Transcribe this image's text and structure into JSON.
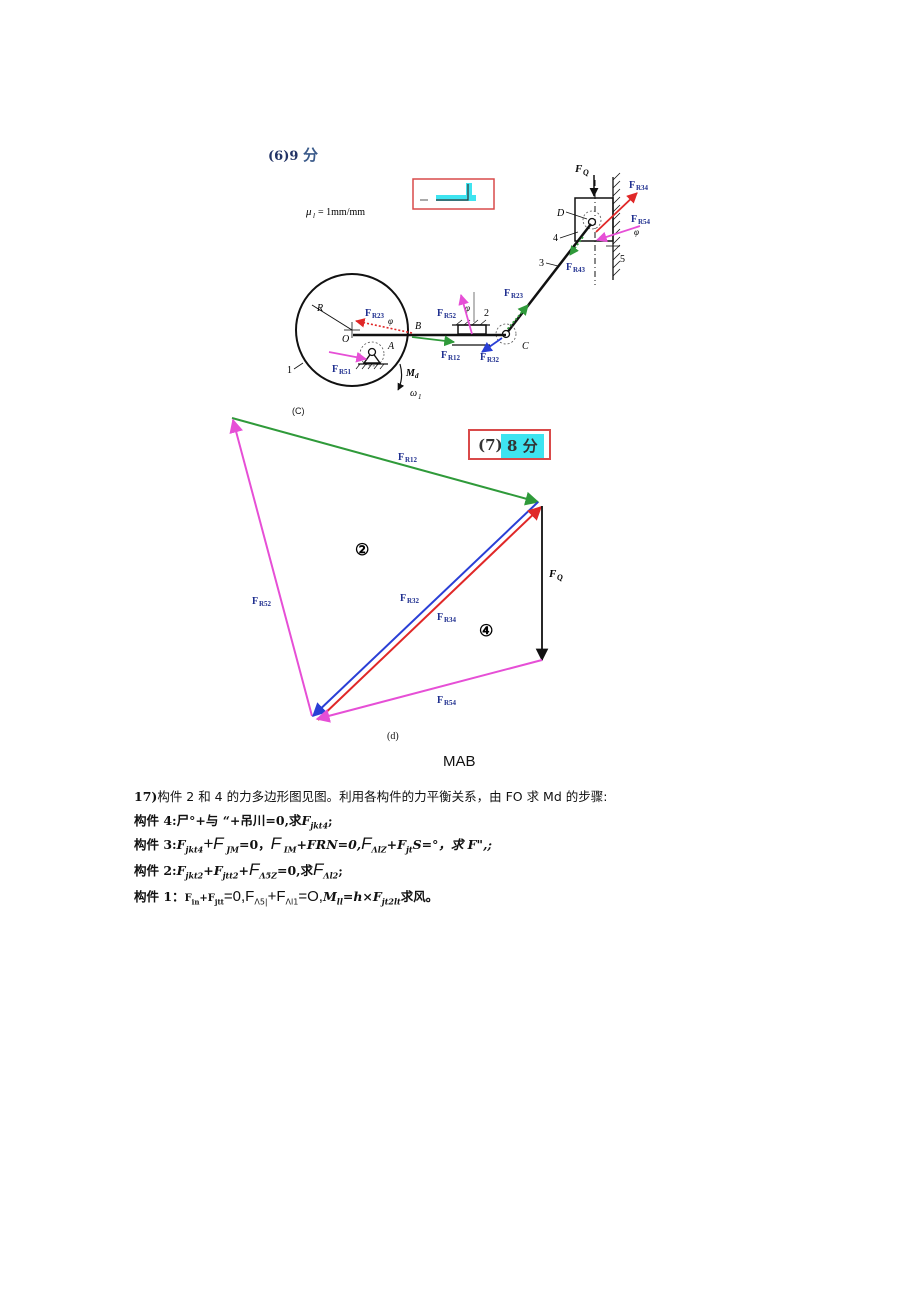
{
  "fig_c": {
    "score_label": "(6)9",
    "score_unit": "分",
    "scale": "μ",
    "scale_sub": "l",
    "scale_value": "= 1mm/mm",
    "caption": "(C)",
    "labels": {
      "fq": "F",
      "fq_sub": "Q",
      "fr34": "F",
      "fr34_sub": "R34",
      "fr54": "F",
      "fr54_sub": "R54",
      "fr43": "F",
      "fr43_sub": "R43",
      "fr23_top": "F",
      "fr23_top_sub": "R23",
      "fr23_left": "F",
      "fr23_left_sub": "R23",
      "fr52": "F",
      "fr52_sub": "R52",
      "fr12": "F",
      "fr12_sub": "R12",
      "fr32": "F",
      "fr32_sub": "R32",
      "fr51": "F",
      "fr51_sub": "R51",
      "md": "M",
      "md_sub": "d",
      "omega": "ω",
      "omega_sub": "1",
      "D": "D",
      "n4": "4",
      "n3": "3",
      "n5": "5",
      "n2": "2",
      "n1": "1",
      "R": "R",
      "O": "O",
      "A": "A",
      "B": "B",
      "C": "C",
      "phi1": "φ",
      "phi2": "φ",
      "phi3": "φ"
    }
  },
  "fig_d": {
    "score_num": "(7)",
    "score_text": "8 分",
    "caption": "(d)",
    "labels": {
      "fr12": "F",
      "fr12_sub": "R12",
      "fr52": "F",
      "fr52_sub": "R52",
      "fr32": "F",
      "fr32_sub": "R32",
      "fr34": "F",
      "fr34_sub": "R34",
      "fr54": "F",
      "fr54_sub": "R54",
      "fq": "F",
      "fq_sub": "Q",
      "c2": "②",
      "c4": "④"
    }
  },
  "mab": "MAB",
  "text": {
    "line1_num": "17)",
    "line1": "构件 2 和 4 的力多边形图见图。利用各构件的力平衡关系，由 FO 求 Md 的步骤:",
    "line2_a": "构件 4:",
    "line2_b": "尸°+与 “+吊川=0,求",
    "line2_c": "F",
    "line2_c_sub": "jkt4",
    "line2_d": ";",
    "line3_a": "构件 3:",
    "line3_b": "F",
    "line3_b_sub": "jkt4",
    "line3_c": "+F",
    "line3_c_sub": " JM",
    "line3_d": "=0，",
    "line3_e": "F",
    "line3_e_sub": " IM",
    "line3_f": "+FRN=0,",
    "line3_g": "F",
    "line3_g_sub": "ΛlZ",
    "line3_h": "+F",
    "line3_h_sub": "jt",
    "line3_i": "S=°，求 F\",;",
    "line4_a": "构件 2:",
    "line4_b": "F",
    "line4_b_sub": "jkt2",
    "line4_c": "+F",
    "line4_c_sub": "jtt2",
    "line4_d": "+",
    "line4_e": "F",
    "line4_e_sub": "Λ5Z",
    "line4_f": "=0,求",
    "line4_g": "F",
    "line4_g_sub": "Λl2",
    "line4_h": ";",
    "line5_a": "构件 1：",
    "line5_b": "F",
    "line5_b_sub": "in",
    "line5_c": "+F",
    "line5_c_sub": "jtt",
    "line5_d": "=0,F",
    "line5_d_sub": "Λ5|",
    "line5_e": "+F",
    "line5_e_sub": "Λl1",
    "line5_f": "=O,",
    "line5_g": "M",
    "line5_g_sub": "ll",
    "line5_h": "=h×F",
    "line5_h_sub": "jt2lt",
    "line5_i": "求风。"
  },
  "colors": {
    "green": "#2f9a3a",
    "blue": "#2a3fd6",
    "red": "#e02828",
    "magenta": "#e64fd6",
    "black": "#111111",
    "frame_red": "#d94a4a",
    "cyan_highlight": "#3ee4f0",
    "label_blue": "#1f2f8f"
  }
}
